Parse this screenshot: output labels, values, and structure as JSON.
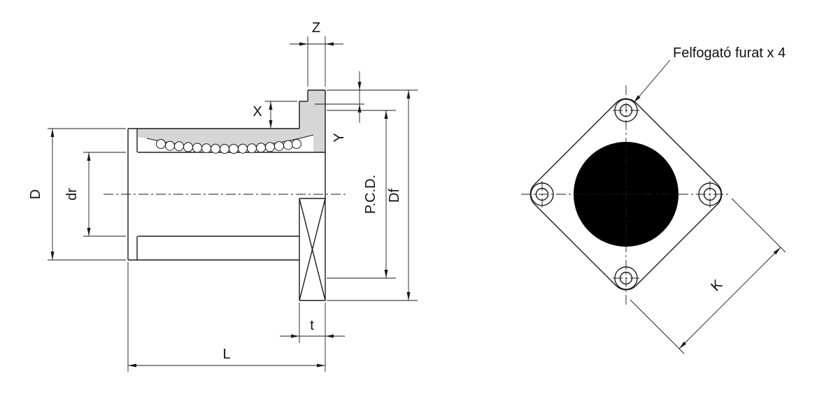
{
  "colors": {
    "line": "#1a1a1a",
    "section_fill": "#d6d6d6",
    "background": "#ffffff"
  },
  "side_view": {
    "dim_labels": {
      "D": "D",
      "dr": "dr",
      "Z": "Z",
      "X": "X",
      "Y": "Y",
      "PCD": "P.C.D.",
      "Df": "Df",
      "t": "t",
      "L": "L"
    }
  },
  "front_view": {
    "callout": "Felfogató furat x 4",
    "dim_labels": {
      "K": "K"
    }
  }
}
